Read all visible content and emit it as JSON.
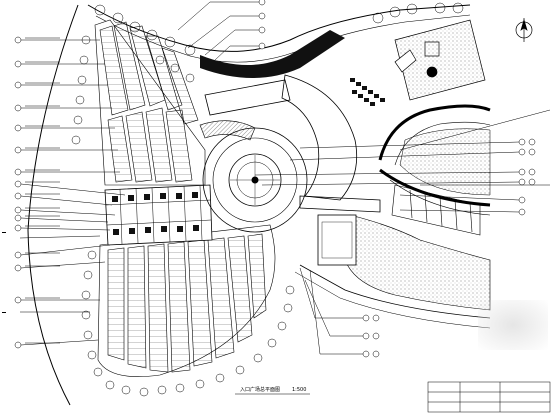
{
  "drawing": {
    "title": "入口广场总平面图",
    "scale_note": "1:500",
    "callout_count_left": 18,
    "callout_count_top": 4,
    "callout_count_right": 10,
    "callout_count_bottom": 3
  },
  "colors": {
    "line": "#000000",
    "paper": "#ffffff",
    "hatch": "#9a9a9a"
  },
  "icons": {
    "north": "north-arrow-icon",
    "callout": "callout-bubble-icon"
  }
}
